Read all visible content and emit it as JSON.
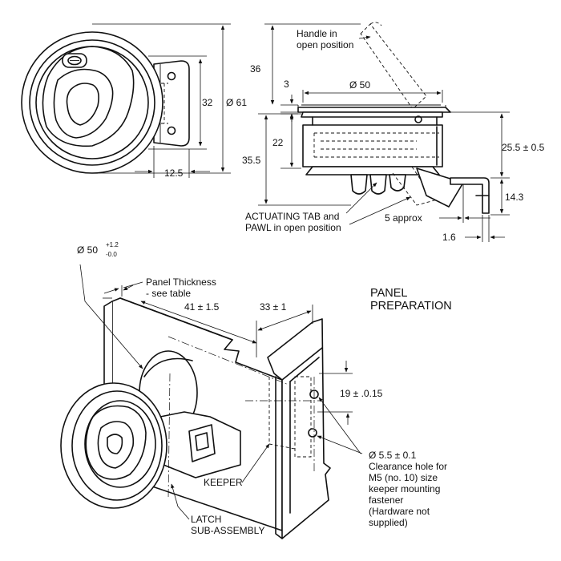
{
  "top_left_view": {
    "dim_diameter_outer": "Ø 61",
    "dim_height_32": "32",
    "dim_width_12_5": "12.5"
  },
  "top_right_view": {
    "handle_label_line1": "Handle in",
    "handle_label_line2": "open position",
    "dim_36": "36",
    "dim_3": "3",
    "dim_diameter_50": "Ø 50",
    "dim_22": "22",
    "dim_35_5": "35.5",
    "dim_25_5": "25.5 ±  0.5",
    "dim_14_3": "14.3",
    "dim_5_approx": "5 approx",
    "dim_1_6": "1.6",
    "tab_label_line1": "ACTUATING TAB and",
    "tab_label_line2": "PAWL in open position"
  },
  "bottom_view": {
    "cutout_diameter": "Ø 50",
    "cutout_tol_plus": "+1.2",
    "cutout_tol_minus": "-0.0",
    "panel_thickness_line1": "Panel Thickness",
    "panel_thickness_line2": "- see table",
    "dim_41": "41 ± 1.5",
    "dim_33": "33 ± 1",
    "dim_19": "19 ± .0.15",
    "hole_line1": "Ø 5.5 ± 0.1",
    "hole_line2": "Clearance hole for",
    "hole_line3": "M5 (no. 10) size",
    "hole_line4": "keeper mounting",
    "hole_line5": "fastener",
    "hole_line6": "(Hardware not",
    "hole_line7": "supplied)",
    "keeper_label": "KEEPER",
    "latch_line1": "LATCH",
    "latch_line2": "SUB-ASSEMBLY",
    "panel_prep_line1": "PANEL",
    "panel_prep_line2": "PREPARATION"
  }
}
